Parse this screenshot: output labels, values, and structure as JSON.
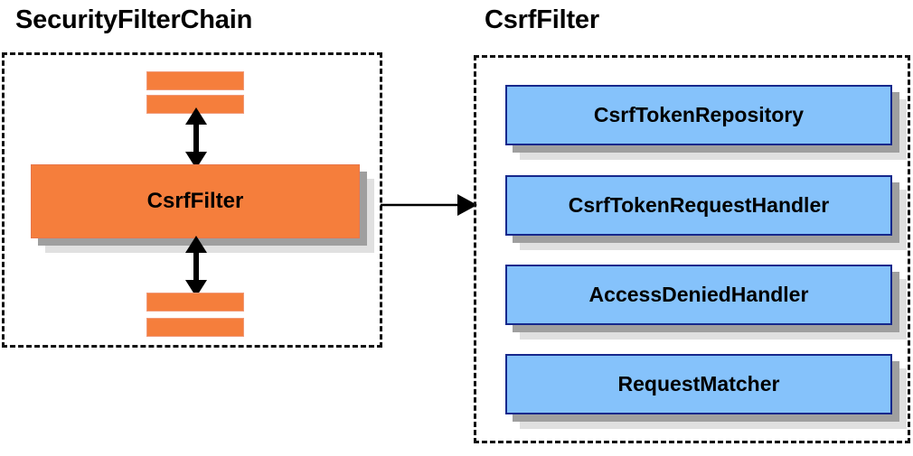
{
  "diagram": {
    "title_left": "SecurityFilterChain",
    "title_right": "CsrfFilter",
    "accent_orange": "#f57e3c",
    "accent_blue": "#85c2fb",
    "blue_border": "#16288c",
    "shadow_mid": "#9f9f9f",
    "shadow_back": "#e0e0e0",
    "outline": "#111111"
  },
  "chain_panel": {
    "title": "SecurityFilterChain",
    "filter_box_label": "CsrfFilter",
    "sliver_count_top": 2,
    "sliver_count_bottom": 2,
    "arrow_up_label": "bidirectional",
    "arrow_down_label": "bidirectional"
  },
  "csrf_panel": {
    "title": "CsrfFilter",
    "collaborators": [
      {
        "label": "CsrfTokenRepository"
      },
      {
        "label": "CsrfTokenRequestHandler"
      },
      {
        "label": "AccessDeniedHandler"
      },
      {
        "label": "RequestMatcher"
      }
    ]
  },
  "connector": {
    "direction": "right",
    "from": "SecurityFilterChain.CsrfFilter",
    "to": "CsrfFilter panel"
  }
}
